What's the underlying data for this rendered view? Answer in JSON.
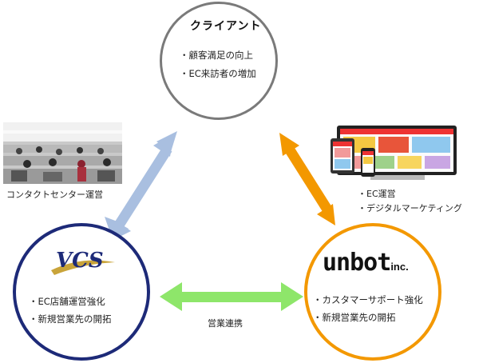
{
  "client": {
    "title": "クライアント",
    "items": [
      "・顧客満足の向上",
      "・EC来訪者の増加"
    ]
  },
  "vcs": {
    "logo_text": "VCS",
    "items": [
      "・EC店舗運営強化",
      "・新規営業先の開拓"
    ]
  },
  "unbot": {
    "logo_text": "unbot",
    "logo_suffix": "inc.",
    "items": [
      "・カスタマーサポート強化",
      "・新規営業先の開拓"
    ]
  },
  "captions": {
    "contact_center": "コンタクトセンター運営",
    "ec_ops": "・EC運営",
    "digital_marketing": "・デジタルマーケティング",
    "sales_link": "営業連携"
  },
  "colors": {
    "client_border": "#7a7a7a",
    "vcs_border": "#1d2a78",
    "unbot_border": "#f39800",
    "arrow_blue": "#a9bfe0",
    "arrow_orange": "#f39800",
    "arrow_green": "#8ee66a"
  },
  "icons": {
    "contact_photo": "call-center-photo",
    "devices": "ec-site-devices-picture"
  }
}
